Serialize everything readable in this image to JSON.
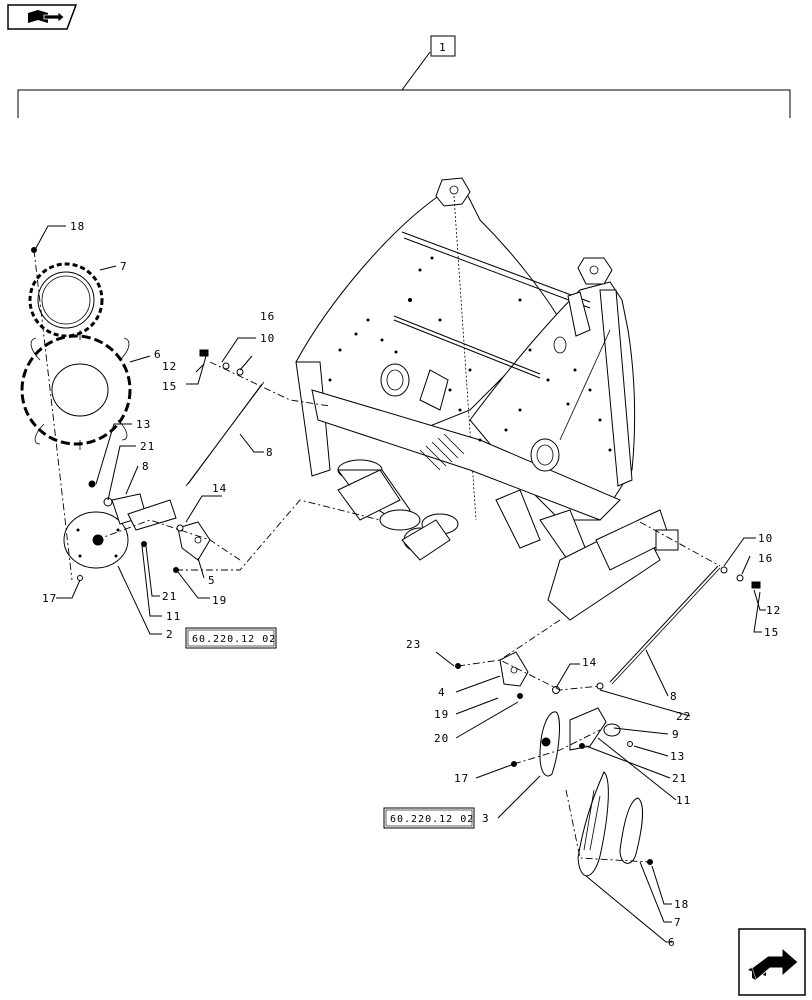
{
  "nav": {
    "back_icon": "book-back-icon",
    "forward_icon": "forward-arrow-icon"
  },
  "assembly_label": "1",
  "callouts": {
    "c18_left": "18",
    "c7_left": "7",
    "c6_left": "6",
    "c16_left": "16",
    "c10_left": "10",
    "c12_left": "12",
    "c15_left": "15",
    "c13_left": "13",
    "c21_left_top": "21",
    "c8_left": "8",
    "c8_rod_left": "8",
    "c14_left": "14",
    "c5": "5",
    "c19_left": "19",
    "c17_left": "17",
    "c21_left_bottom": "21",
    "c11_left": "11",
    "c2": "2",
    "c10_right": "10",
    "c16_right": "16",
    "c12_right": "12",
    "c15_right": "15",
    "c23": "23",
    "c4": "4",
    "c19_right": "19",
    "c20": "20",
    "c14_right": "14",
    "c8_right": "8",
    "c22": "22",
    "c9": "9",
    "c13_right": "13",
    "c21_right": "21",
    "c11_right": "11",
    "c17_right": "17",
    "c3": "3",
    "c18_right": "18",
    "c7_right": "7",
    "c6_right": "6"
  },
  "references": {
    "ref_left": "60.220.12 02",
    "ref_right": "60.220.12 02"
  }
}
